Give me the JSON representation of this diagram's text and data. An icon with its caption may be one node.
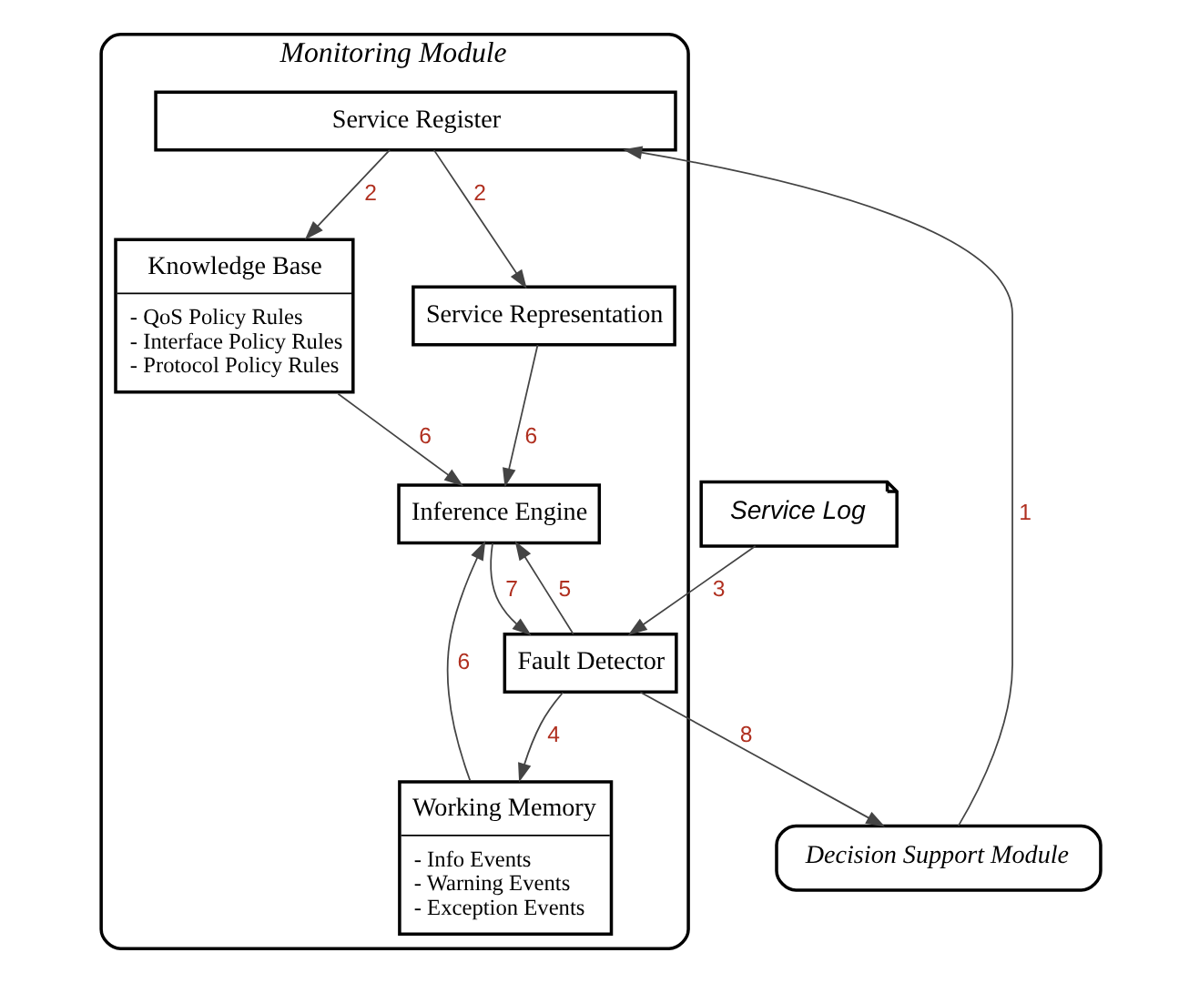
{
  "diagram": {
    "nodes": [
      {
        "text": [
          "Monitoring Module"
        ]
      },
      {
        "text": [
          "Service Register"
        ],
        "in": 0
      },
      {
        "text": [
          "Knowledge Base",
          "- QoS Policy Rules",
          "- Interface Policy Rules",
          "- Protocol Policy Rules"
        ],
        "in": 0
      },
      {
        "text": [
          "Service Representation"
        ],
        "in": 0
      },
      {
        "text": [
          "Inference Engine"
        ],
        "in": 0
      },
      {
        "text": [
          "Working Memory",
          "- Info Events",
          "- Warning Events",
          "- Exception Events"
        ],
        "in": 0
      },
      {
        "text": [
          "Fault Detector"
        ],
        "in": 0
      },
      {
        "text": [
          "Decision Support Module"
        ]
      },
      {
        "text": [
          "Service Log"
        ]
      }
    ],
    "edges": [
      {
        "from": 7,
        "to": 1,
        "arrow": "to",
        "label": "1"
      },
      {
        "from": 1,
        "to": 2,
        "arrow": "to",
        "label": "2"
      },
      {
        "from": 1,
        "to": 3,
        "arrow": "to",
        "label": "2"
      },
      {
        "from": 2,
        "to": 4,
        "arrow": "to",
        "label": "6"
      },
      {
        "from": 3,
        "to": 4,
        "arrow": "to",
        "label": "6"
      },
      {
        "from": 5,
        "to": 4,
        "arrow": "to",
        "label": "6"
      },
      {
        "from": 6,
        "to": 4,
        "arrow": "to",
        "label": "5"
      },
      {
        "from": 4,
        "to": 6,
        "arrow": "to",
        "label": "7"
      },
      {
        "from": 6,
        "to": 5,
        "arrow": "to",
        "label": "4"
      },
      {
        "from": 8,
        "to": 6,
        "arrow": "to",
        "label": "3"
      },
      {
        "from": 6,
        "to": 7,
        "arrow": "to",
        "label": "8"
      }
    ]
  }
}
